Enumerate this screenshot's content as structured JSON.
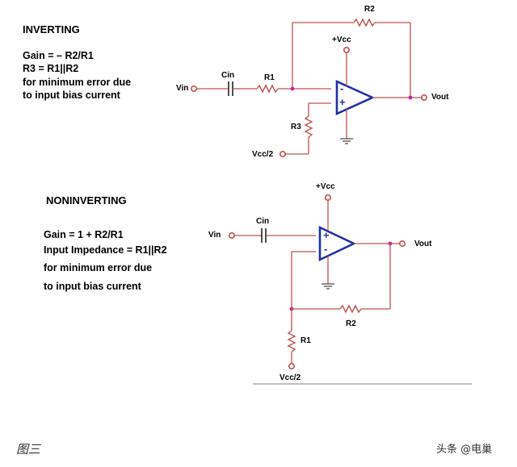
{
  "inverting": {
    "title": "INVERTING",
    "notes": [
      "Gain = – R2/R1",
      "R3 = R1||R2",
      "for minimum error due",
      "to input bias current"
    ],
    "labels": {
      "r2": "R2",
      "vcc": "+Vcc",
      "cin": "Cin",
      "r1": "R1",
      "vin": "Vin",
      "minus": "-",
      "plus": "+",
      "vout": "Vout",
      "r3": "R3",
      "vcc2": "Vcc/2"
    }
  },
  "noninverting": {
    "title": "NONINVERTING",
    "notes": [
      "Gain = 1 + R2/R1",
      "Input Impedance = R1||R2",
      "for minimum error due",
      "to input bias current"
    ],
    "labels": {
      "vcc": "+Vcc",
      "cin": "Cin",
      "vin": "Vin",
      "plus": "+",
      "minus": "-",
      "vout": "Vout",
      "r2": "R2",
      "r1": "R1",
      "vcc2": "Vcc/2"
    }
  },
  "caption": "图三",
  "watermark": "头条 @电巢"
}
